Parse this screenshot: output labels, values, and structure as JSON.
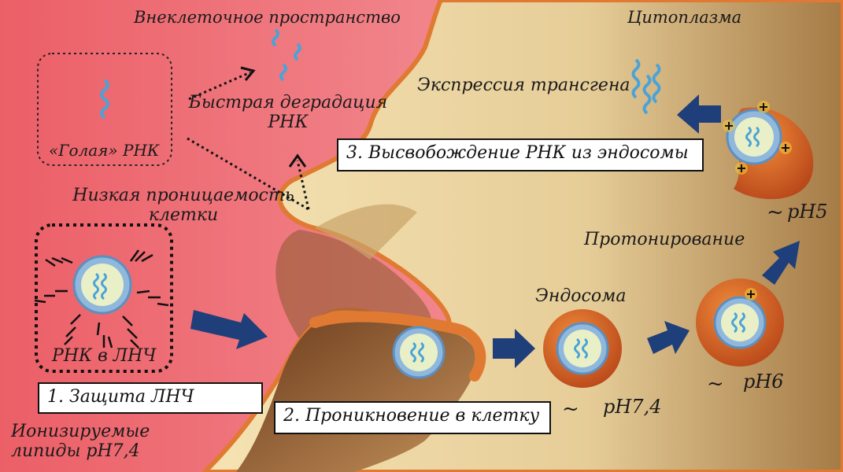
{
  "labels": {
    "extracellular": "Внеклеточное пространство",
    "cytoplasm": "Цитоплазма",
    "naked_rna": "«Голая» РНК",
    "rapid_degradation": "Быстрая деградация РНК",
    "low_permeability": "Низкая проницаемость клетки",
    "rna_in_lnp": "РНК в ЛНЧ",
    "ionizable_lipids": "Ионизируемые липиды pH7,4",
    "endosome": "Эндосома",
    "protonation": "Протонирование",
    "transgene_expression": "Экспрессия трансгена",
    "ph74": "pH7,4",
    "ph6": "pH6",
    "ph5": "pH5",
    "tilde": "~"
  },
  "steps": {
    "step1": "1. Защита ЛНЧ",
    "step2": "2. Проникновение в клетку",
    "step3": "3. Высвобождение РНК из эндосомы"
  },
  "colors": {
    "extracellular_bg": "#ef6b72",
    "cytoplasm_bg": "#e8cf98",
    "membrane": "#e07a33",
    "endosome": "#c7561f",
    "arrow": "#1f3f7a",
    "rna": "#4aa3d8",
    "lnp_shell": "#8fb8dc",
    "lnp_core": "#e9f0c8",
    "lipid_tail": "#111111",
    "charge": "#f4c233"
  },
  "icons": [
    "rna-strand-icon",
    "lipid-nanoparticle-icon",
    "endosome-icon",
    "block-arrow-icon",
    "dotted-arrow-icon",
    "positive-charge-icon"
  ]
}
